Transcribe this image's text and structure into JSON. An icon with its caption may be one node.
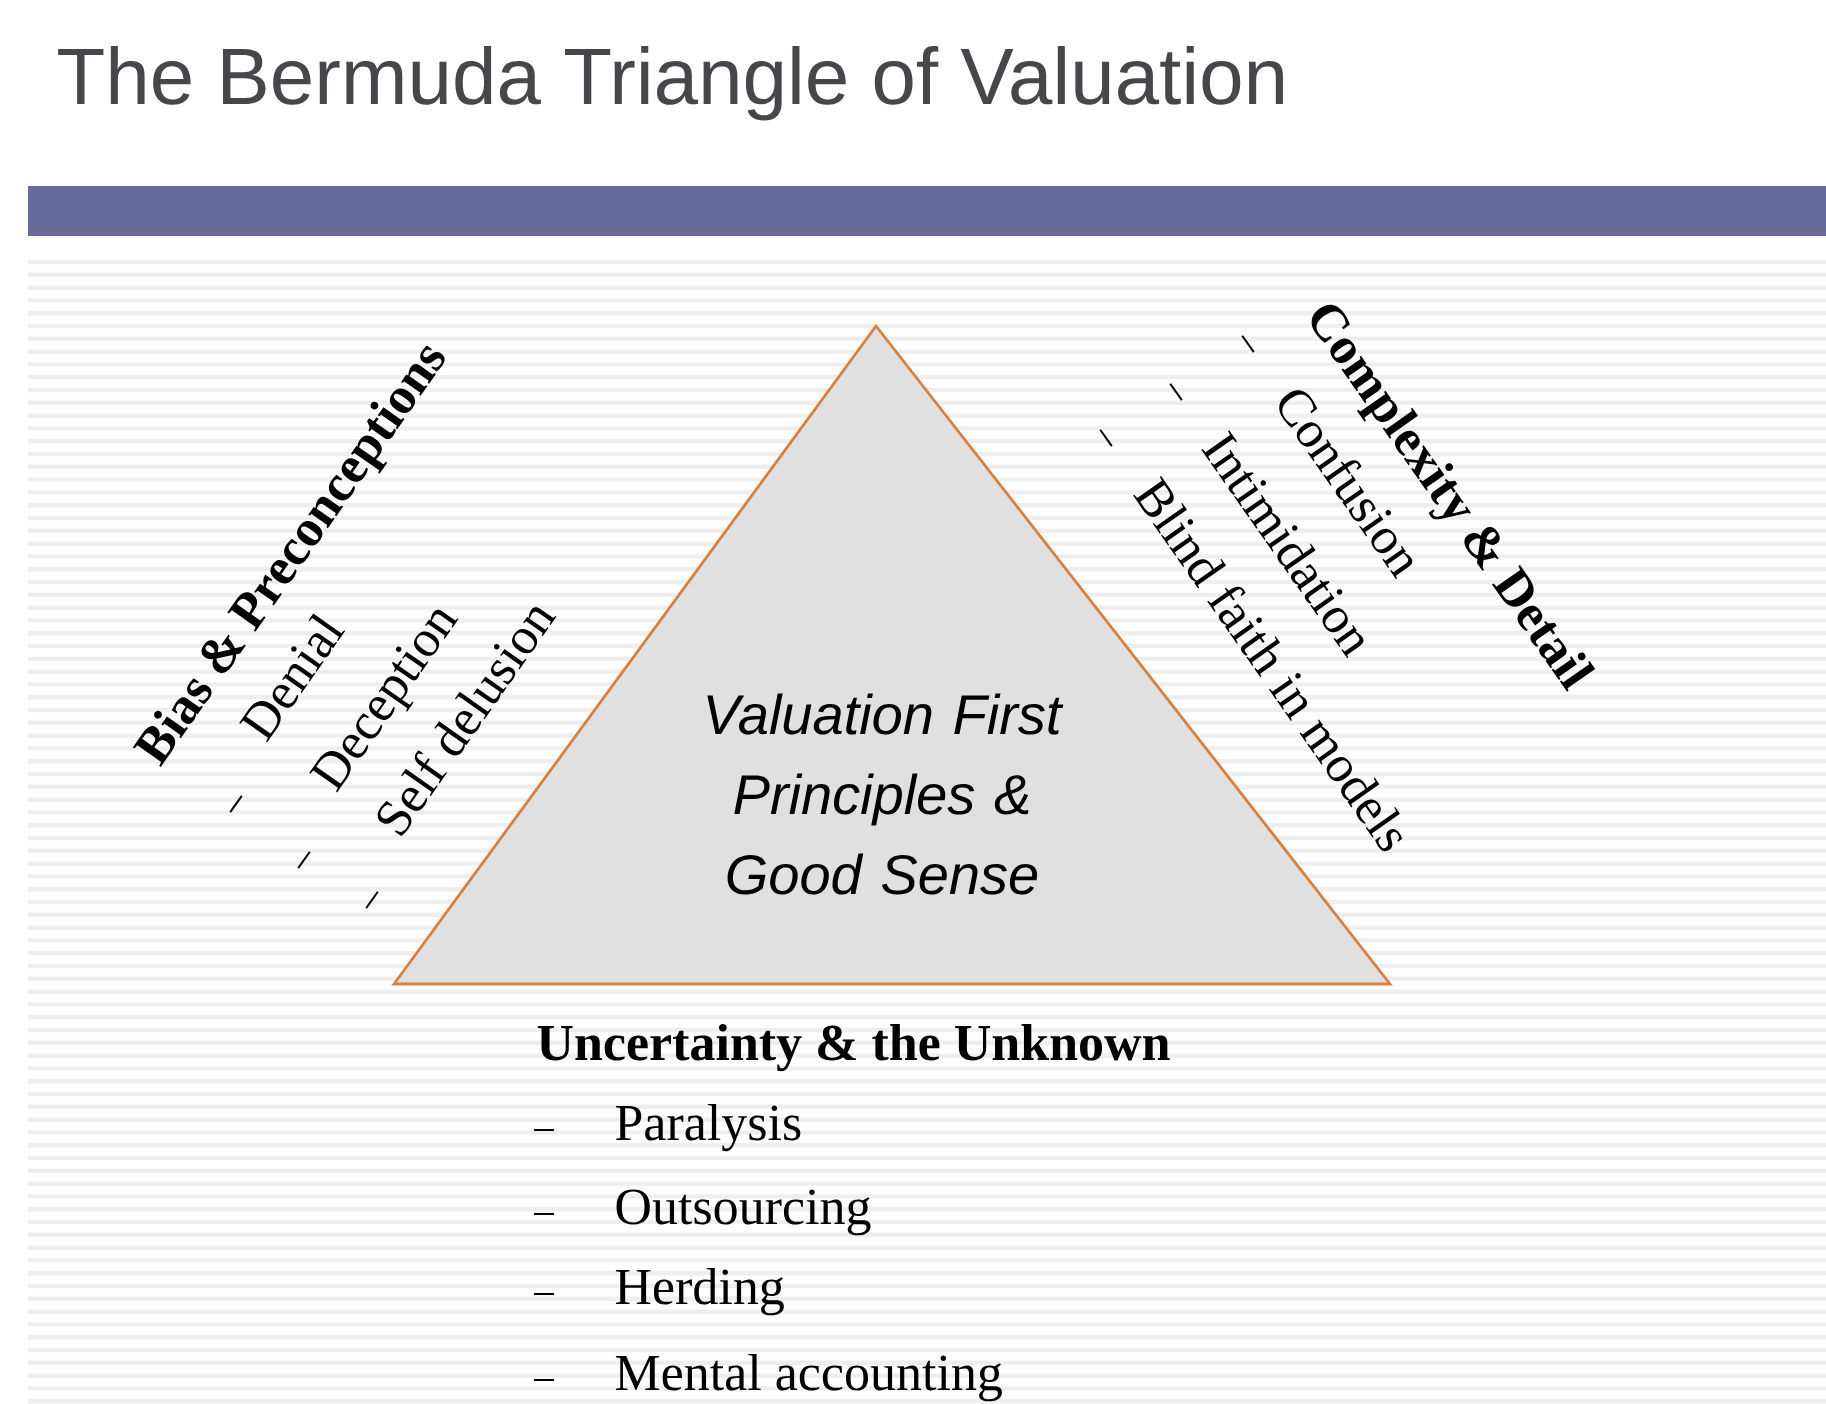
{
  "diagram": {
    "title": "The Bermuda Triangle of Valuation",
    "nodes": [
      {
        "text": [
          "Valuation First Principles & Good Sense"
        ]
      }
    ],
    "labels": [
      "Bias & Preconceptions",
      "Denial",
      "Deception",
      "Self delusion",
      "Complexity & Detail",
      "Confusion",
      "Intimidation",
      "Blind faith in models",
      "Uncertainty & the Unknown",
      "Paralysis",
      "Outsourcing",
      "Herding",
      "Mental accounting"
    ]
  }
}
